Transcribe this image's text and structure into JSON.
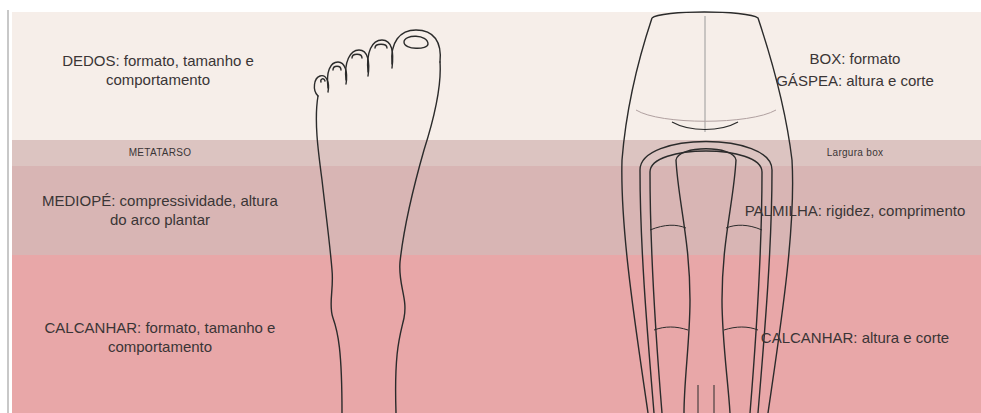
{
  "diagram": {
    "nodes": [
      {
        "text": [
          "DEDOS: formato, tamanho e comportamento",
          "BOX: formato",
          "GÁSPEA: altura e corte"
        ]
      },
      {
        "text": [
          "METATARSO",
          "Largura box"
        ]
      },
      {
        "text": [
          "MEDIOPÉ: compressividade, altura do arco plantar",
          "PALMILHA: rigidez, comprimento"
        ]
      },
      {
        "text": [
          "CALCANHAR: formato, tamanho e comportamento",
          "CALCANHAR: altura e corte"
        ]
      }
    ]
  }
}
